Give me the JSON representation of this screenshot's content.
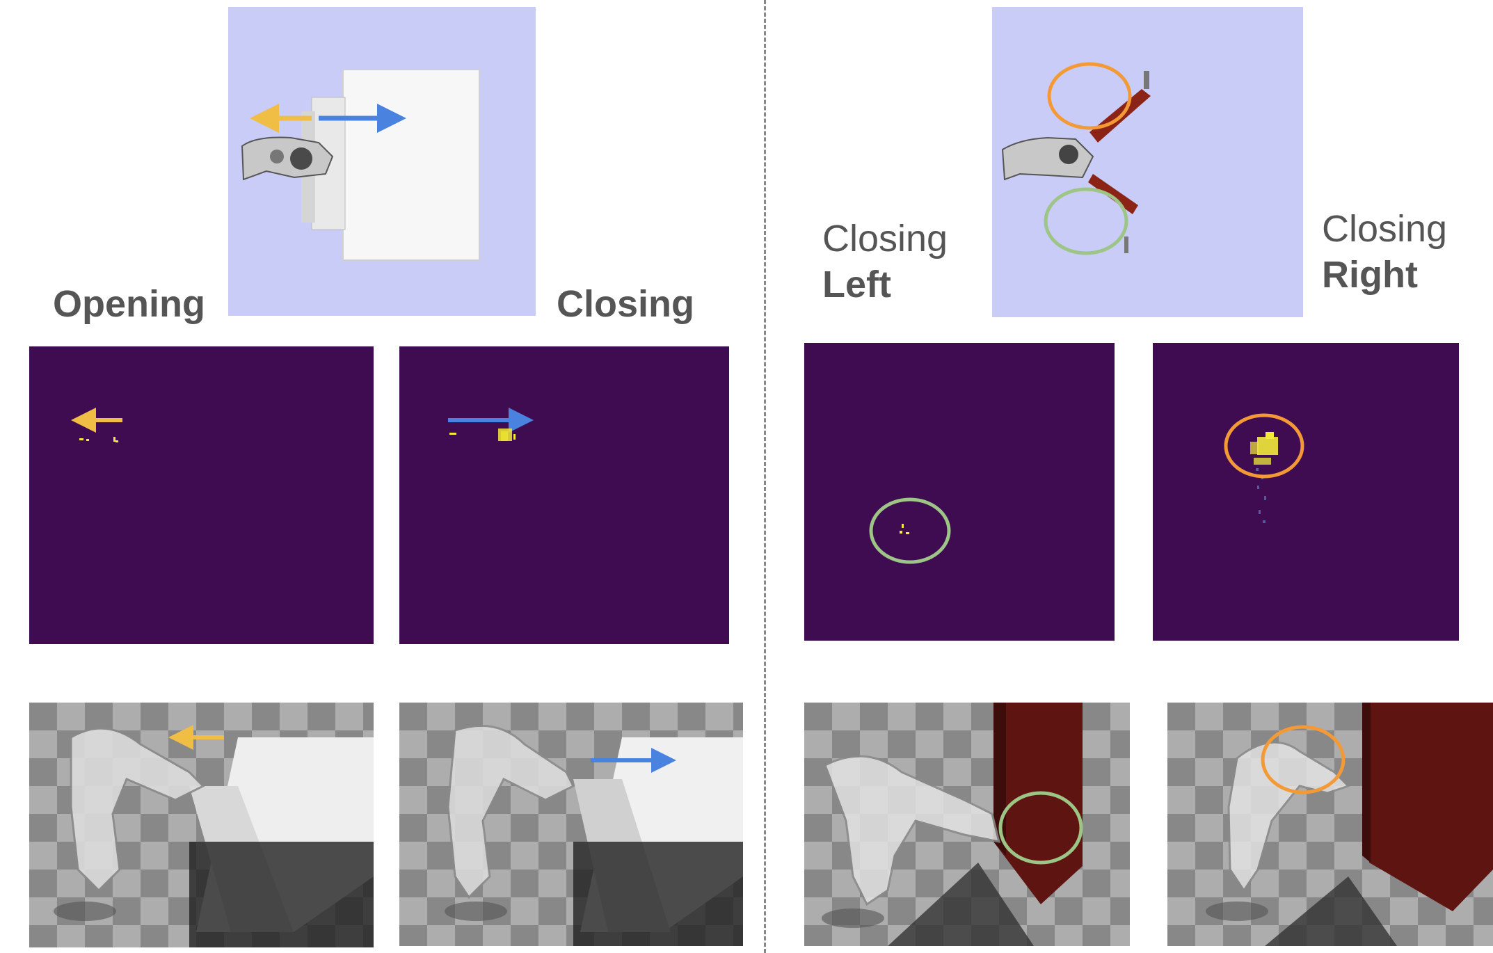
{
  "left_group": {
    "label_opening": "Opening",
    "label_closing": "Closing"
  },
  "right_group": {
    "label_closing_left_line1": "Closing",
    "label_closing_left_line2": "Left",
    "label_closing_right_line1": "Closing",
    "label_closing_right_line2": "Right"
  },
  "colors": {
    "lavender_bg": "#c9ccf7",
    "heatmap_bg": "#3f0c52",
    "heat_yellow": "#f2ea3a",
    "arrow_yellow": "#f0bd45",
    "arrow_blue": "#4a82df",
    "circle_orange": "#f39a36",
    "circle_green": "#9dc585",
    "door_red": "#5e1512"
  },
  "icons": [
    "yellow-arrow-left-icon",
    "blue-arrow-right-icon",
    "orange-circle-icon",
    "green-circle-icon"
  ]
}
